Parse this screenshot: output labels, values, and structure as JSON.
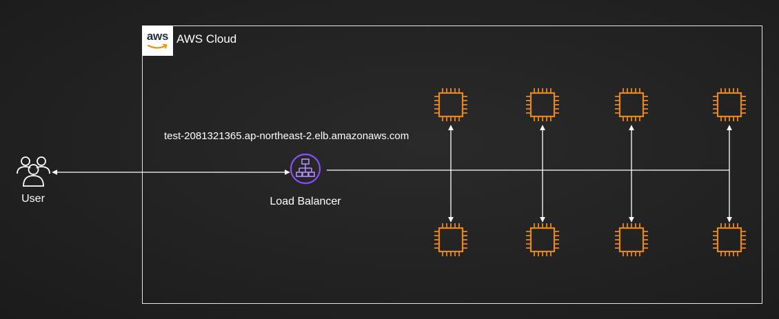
{
  "cloud": {
    "logo_text": "aws",
    "title": "AWS Cloud"
  },
  "user": {
    "label": "User",
    "icon": "users-icon"
  },
  "load_balancer": {
    "label": "Load Balancer",
    "dns_name": "test-2081321365.ap-northeast-2.elb.amazonaws.com",
    "icon": "elastic-load-balancer-icon"
  },
  "instances": {
    "icon": "ec2-instance-chip-icon",
    "count_top": 4,
    "count_bottom": 4
  },
  "colors": {
    "background": "#1e1e1e",
    "border": "#e6e6e6",
    "ec2_orange": "#e8871e",
    "elb_purple": "#8c4fff",
    "line": "#ffffff"
  }
}
